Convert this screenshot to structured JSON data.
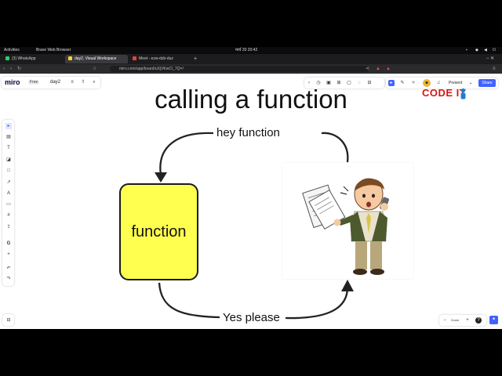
{
  "system_bar": {
    "activities": "Activities",
    "app_name": "Brave Web Browser",
    "clock": "मार्च 20 20:42"
  },
  "browser": {
    "tabs": [
      {
        "label": "(3) WhatsApp",
        "color": "#25d366"
      },
      {
        "label": "day2, Visual Workspace",
        "color": "#ffd02f"
      },
      {
        "label": "Meet - ezw-dzb-duz",
        "color": "#e94235"
      }
    ],
    "new_tab": "+",
    "url": "miro.com/app/board/uXjVKwCl_7Q=/"
  },
  "miro_header": {
    "logo": "miro",
    "plan_badge": "Free",
    "board_name": "day2",
    "present_label": "Present",
    "share_label": "Share"
  },
  "brand": {
    "logo_text": "CODE IT"
  },
  "board": {
    "title": "calling a function",
    "function_box_label": "function",
    "top_arrow_label": "hey function",
    "bottom_arrow_label": "Yes please"
  },
  "zoom": {
    "minus": "−",
    "value": "Zoom",
    "plus": "+",
    "help": "?"
  },
  "colors": {
    "function_box": "#ffff4f",
    "share_button": "#4262ff",
    "active_tool": "#4262ff"
  }
}
